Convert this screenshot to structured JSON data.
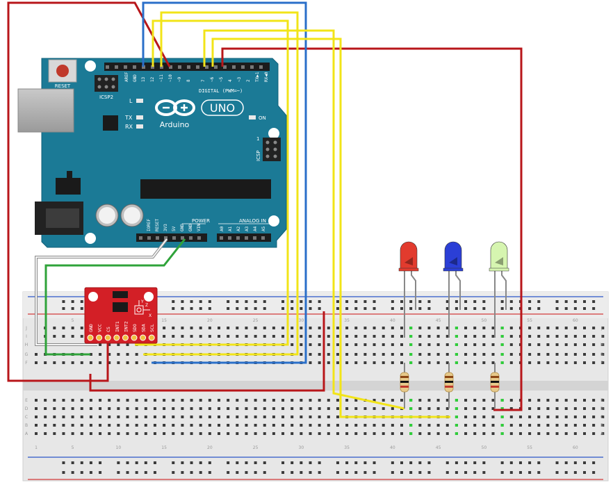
{
  "arduino": {
    "reset_label": "RESET",
    "icsp2_label": "ICSP2",
    "icsp_label": "ICSP",
    "aref_label": "AREF",
    "gnd_label": "GND",
    "digital_pins": [
      "13",
      "12",
      "~11",
      "~10",
      "~9",
      "8",
      "7",
      "~6",
      "~5",
      "4",
      "~3",
      "2",
      "TX▶1",
      "RX◀0"
    ],
    "digital_label": "DIGITAL (PWM=~)",
    "l_label": "L",
    "tx_label": "TX",
    "rx_label": "RX",
    "logo_text": "Arduino",
    "uno_text": "UNO",
    "on_label": "ON",
    "icsp_pin1": "1",
    "power_label": "POWER",
    "analog_label": "ANALOG IN",
    "power_pins": [
      "IOREF",
      "RESET",
      "3V3",
      "5V",
      "GND",
      "GND",
      "VIN"
    ],
    "analog_pins": [
      "A0",
      "A1",
      "A2",
      "A3",
      "A4",
      "A5"
    ]
  },
  "sensor": {
    "pins": [
      "GND",
      "VCC",
      "CS",
      "INT1",
      "INT2",
      "SDO",
      "SDA",
      "SCL"
    ],
    "axis_y": "Y",
    "axis_z": "Z",
    "axis_x": "X"
  },
  "breadboard": {
    "column_numbers": [
      "1",
      "5",
      "10",
      "15",
      "20",
      "25",
      "30",
      "35",
      "40",
      "45",
      "50",
      "55",
      "60"
    ],
    "rows_top": [
      "J",
      "I",
      "H",
      "G",
      "F"
    ],
    "rows_bottom": [
      "E",
      "D",
      "C",
      "B",
      "A"
    ]
  },
  "leds": [
    {
      "color": "red",
      "fill": "#e23b2e"
    },
    {
      "color": "blue",
      "fill": "#2b3fd6"
    },
    {
      "color": "green",
      "fill": "#d6f5b0"
    }
  ],
  "wire_colors": {
    "red": "#b8161a",
    "blue": "#2a6fc9",
    "yellow": "#f2e418",
    "green": "#2fa33a",
    "white": "#f4f4f4",
    "white_outline": "#8a8a8a"
  }
}
